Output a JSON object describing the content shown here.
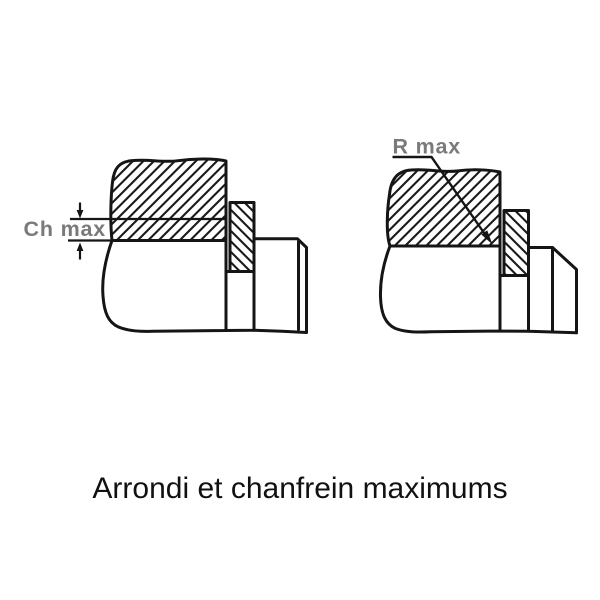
{
  "caption": "Arrondi et chanfrein maximums",
  "diagrams": {
    "left": {
      "label": "Ch max"
    },
    "right": {
      "label": "R max"
    }
  },
  "colors": {
    "background": "#ffffff",
    "line": "#151515",
    "label_gray": "#7a7a7a",
    "caption_text": "#111111"
  }
}
